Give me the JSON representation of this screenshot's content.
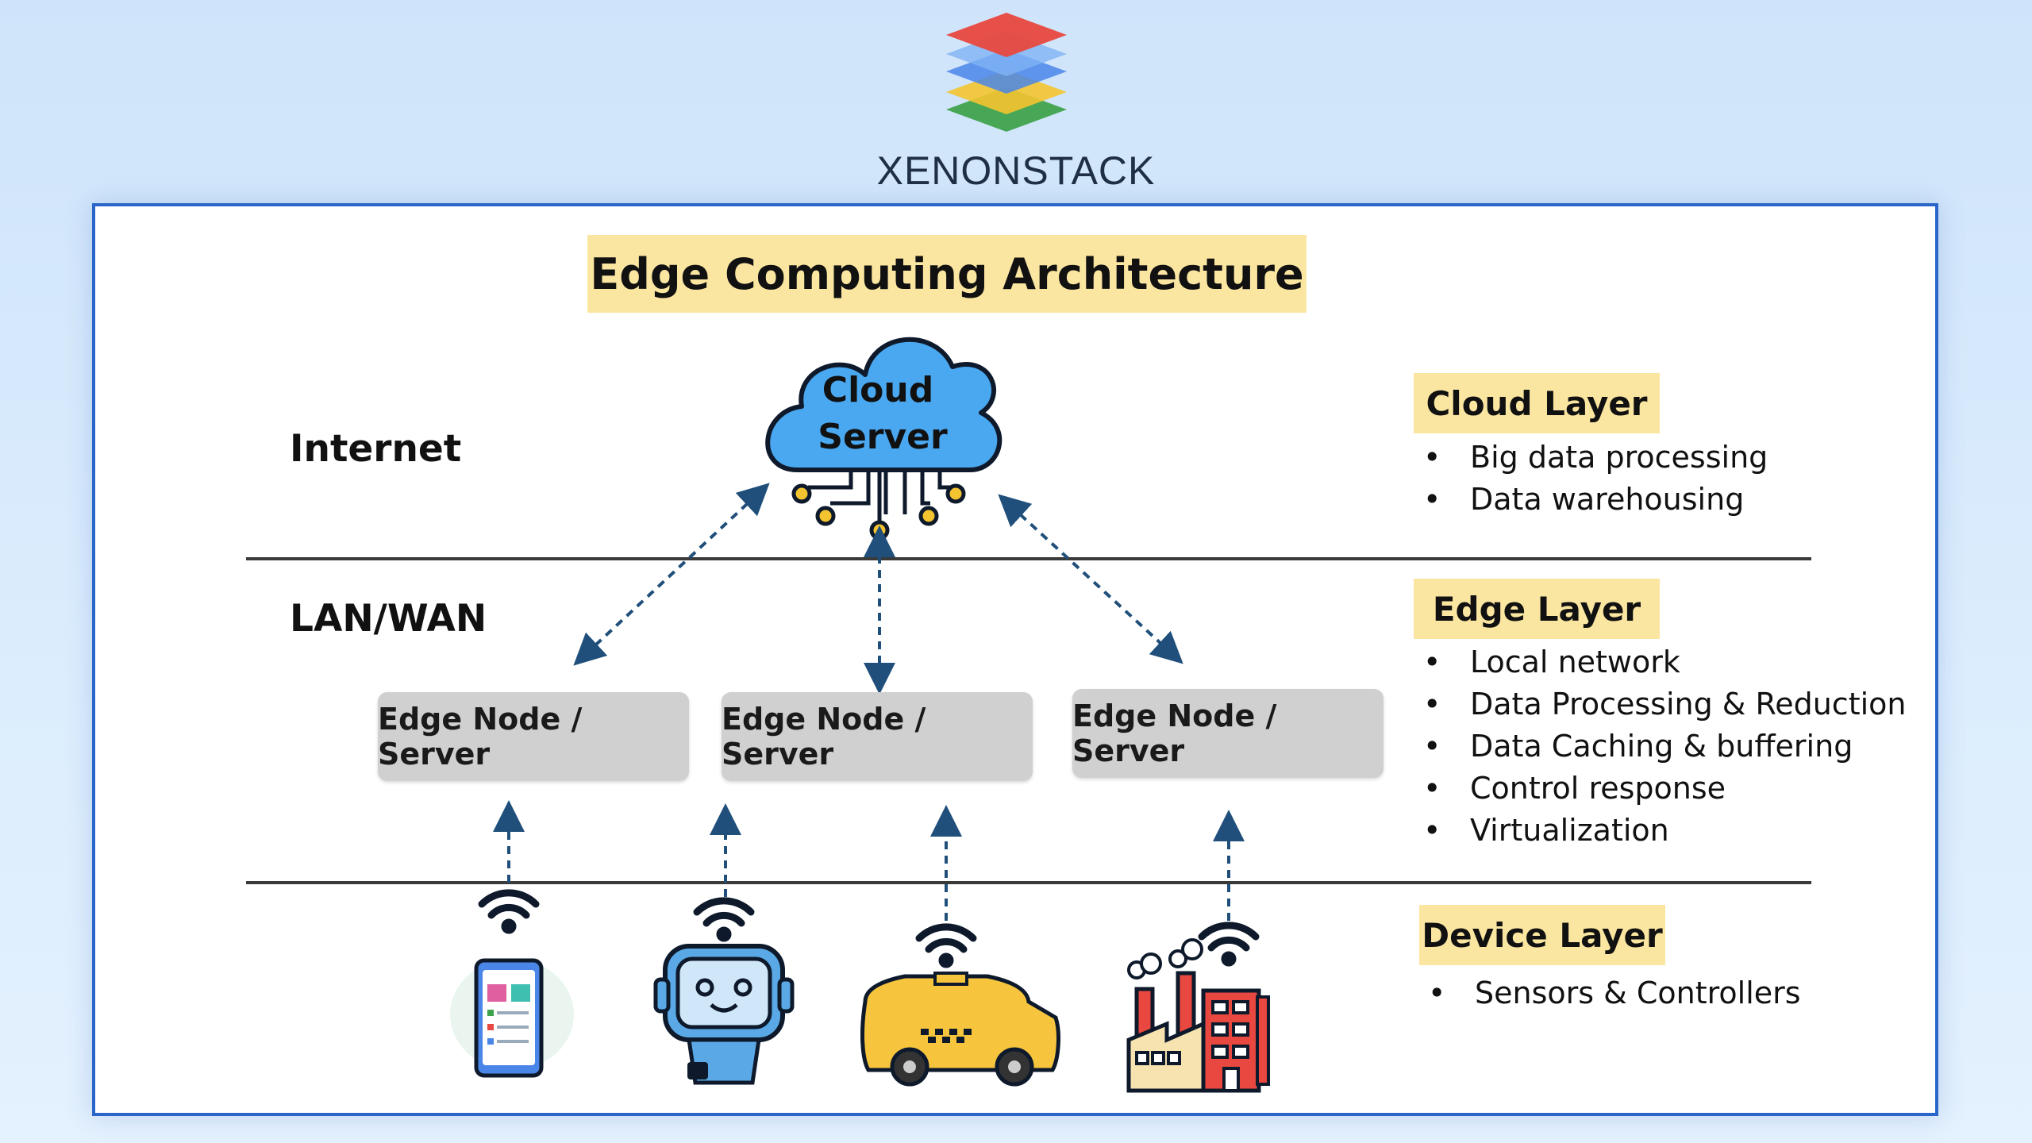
{
  "brand": {
    "name": "XENONSTACK",
    "logo_icon": "stacked-layers-logo",
    "colors": [
      "#e8483f",
      "#4a86e8",
      "#f4c430",
      "#3fa34d"
    ]
  },
  "diagram": {
    "title": "Edge Computing Architecture",
    "zones": {
      "internet": "Internet",
      "lan_wan": "LAN/WAN"
    },
    "cloud_server": {
      "line1": "Cloud",
      "line2": "Server",
      "icon": "cloud-circuit-icon",
      "color": "#4aa8f0"
    },
    "edge_nodes": [
      "Edge Node / Server",
      "Edge Node / Server",
      "Edge Node / Server"
    ],
    "devices": [
      {
        "icon": "smartphone-icon"
      },
      {
        "icon": "ai-robot-icon"
      },
      {
        "icon": "taxi-car-icon"
      },
      {
        "icon": "factory-icon"
      }
    ],
    "layers": {
      "cloud": {
        "title": "Cloud Layer",
        "items": [
          "Big data processing",
          "Data warehousing"
        ]
      },
      "edge": {
        "title": "Edge Layer",
        "items": [
          "Local network",
          "Data Processing & Reduction",
          "Data Caching & buffering",
          "Control response",
          "Virtualization"
        ]
      },
      "device": {
        "title": "Device Layer",
        "items": [
          "Sensors & Controllers"
        ]
      }
    },
    "accent_colors": {
      "highlight": "#fbe6a1",
      "frame": "#2a66c9",
      "arrow": "#1f4f7a",
      "node": "#d0d0d0"
    }
  }
}
